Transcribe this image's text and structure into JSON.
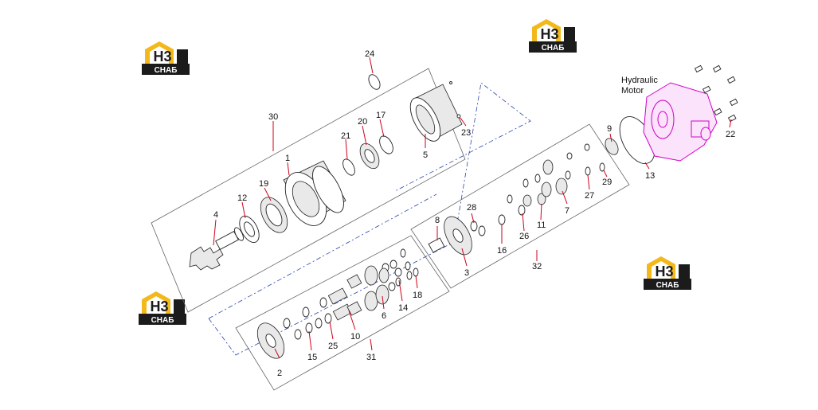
{
  "watermark": {
    "logo_top": "H3",
    "logo_bottom": "CHAБ",
    "colors": {
      "gold": "#f3b81a",
      "dark": "#1b1b1b"
    }
  },
  "motor_label": "Hydraulic\nMotor",
  "motor_label_line1": "Hydraulic",
  "motor_label_line2": "Motor",
  "colors": {
    "callout": "#d0001a",
    "dashed_frame": "#2c45a8",
    "motor": "#d100c8"
  },
  "callouts": [
    "1",
    "2",
    "3",
    "4",
    "5",
    "6",
    "7",
    "8",
    "9",
    "10",
    "11",
    "12",
    "13",
    "14",
    "15",
    "16",
    "17",
    "18",
    "19",
    "20",
    "21",
    "22",
    "23",
    "24",
    "25",
    "26",
    "27",
    "28",
    "29",
    "30",
    "31",
    "32"
  ]
}
